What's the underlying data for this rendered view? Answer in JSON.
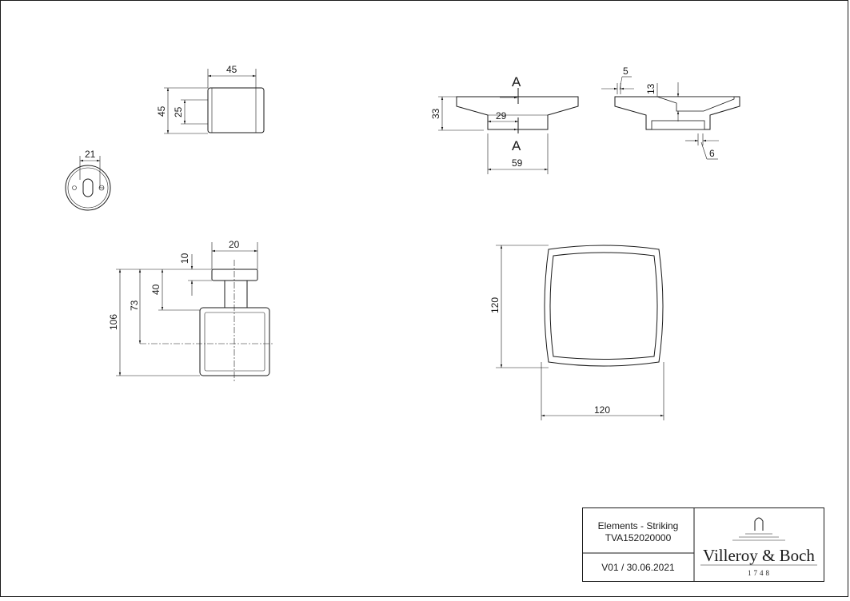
{
  "top_view_holder": {
    "width": "45",
    "height": "45",
    "inner_height": "25"
  },
  "wall_plate": {
    "diameter": "21"
  },
  "side_view": {
    "plate_width": "20",
    "plate_thickness": "10",
    "d40": "40",
    "d73": "73",
    "d106": "106"
  },
  "dish_front": {
    "section_label_top": "A",
    "section_label_bottom": "A",
    "height": "33",
    "inner": "29",
    "base_width": "59"
  },
  "dish_section": {
    "d5": "5",
    "d13": "13",
    "d6": "6"
  },
  "dish_top": {
    "height": "120",
    "width": "120"
  },
  "title_block": {
    "product": "Elements - Striking",
    "article": "TVA152020000",
    "version": "V01 / 30.06.2021",
    "brand": "Villeroy & Boch",
    "brand_year": "1748"
  }
}
